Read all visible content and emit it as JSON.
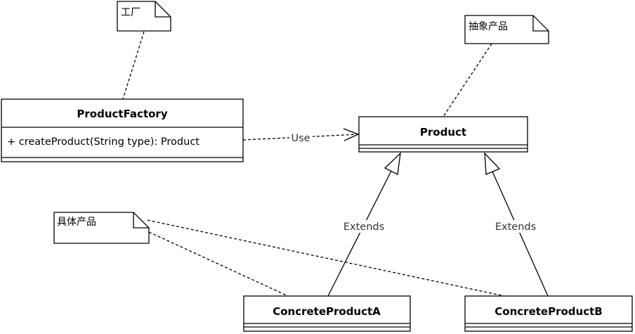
{
  "notes": {
    "factory": "工厂",
    "abstract_product": "抽象产品",
    "concrete_product": "具体产品"
  },
  "classes": {
    "product_factory": {
      "name": "ProductFactory",
      "method": "+ createProduct(String type): Product"
    },
    "product": {
      "name": "Product"
    },
    "concrete_a": {
      "name": "ConcreteProductA"
    },
    "concrete_b": {
      "name": "ConcreteProductB"
    }
  },
  "relations": {
    "use": "Use",
    "extends_a": "Extends",
    "extends_b": "Extends"
  },
  "colors": {
    "stroke": "#000000",
    "background": "#ffffff"
  }
}
